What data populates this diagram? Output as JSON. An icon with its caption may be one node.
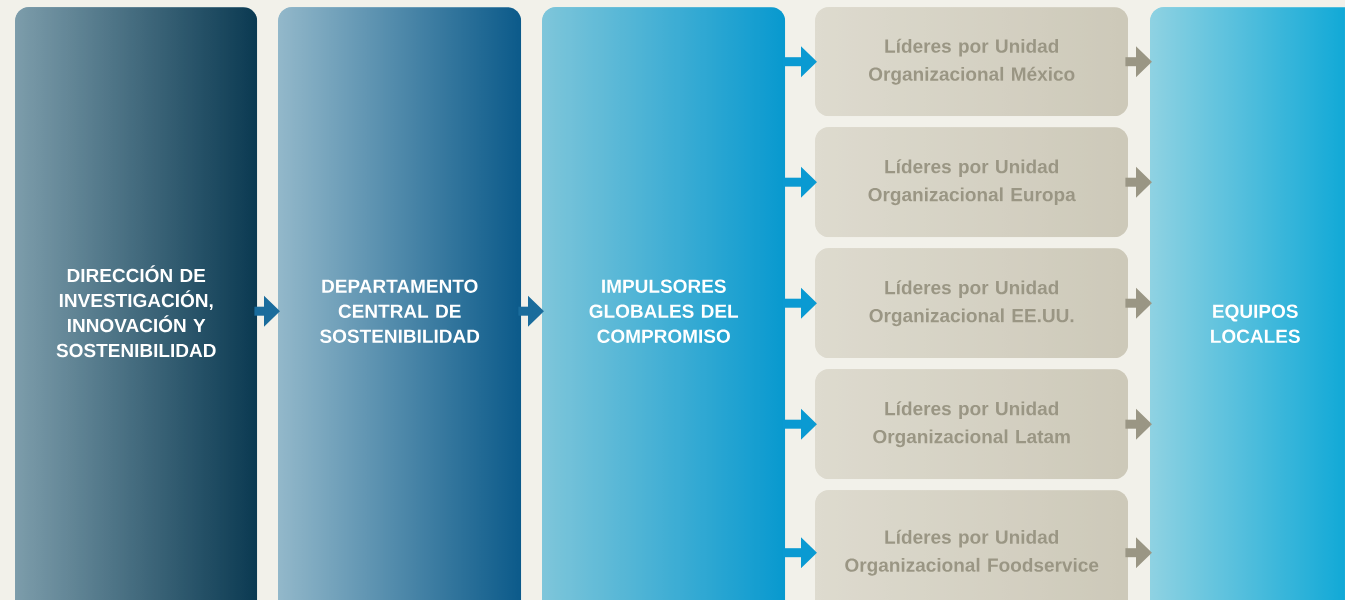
{
  "diagram": {
    "nodes": [
      {
        "text": [
          "DIRECCIÓN DE INVESTIGACIÓN, INNOVACIÓN Y SOSTENIBILIDAD"
        ]
      },
      {
        "text": [
          "DEPARTAMENTO CENTRAL DE SOSTENIBILIDAD"
        ]
      },
      {
        "text": [
          "IMPULSORES GLOBALES DEL COMPROMISO"
        ]
      },
      {
        "text": [
          "Líderes por Unidad Organizacional México"
        ]
      },
      {
        "text": [
          "Líderes por Unidad Organizacional Europa"
        ]
      },
      {
        "text": [
          "Líderes por Unidad Organizacional EE.UU."
        ]
      },
      {
        "text": [
          "Líderes por Unidad Organizacional Latam"
        ]
      },
      {
        "text": [
          "Líderes por Unidad Organizacional Foodservice"
        ]
      },
      {
        "text": [
          "EQUIPOS LOCALES"
        ]
      }
    ],
    "edges": [
      {
        "from": 0,
        "to": 1,
        "arrow": "to"
      },
      {
        "from": 1,
        "to": 2,
        "arrow": "to"
      },
      {
        "from": 2,
        "to": 3,
        "arrow": "to"
      },
      {
        "from": 2,
        "to": 4,
        "arrow": "to"
      },
      {
        "from": 2,
        "to": 5,
        "arrow": "to"
      },
      {
        "from": 2,
        "to": 6,
        "arrow": "to"
      },
      {
        "from": 2,
        "to": 7,
        "arrow": "to"
      },
      {
        "from": 3,
        "to": 8,
        "arrow": "to",
        "color": "#9a9684"
      },
      {
        "from": 4,
        "to": 8,
        "arrow": "to",
        "color": "#9a9684"
      },
      {
        "from": 5,
        "to": 8,
        "arrow": "to",
        "color": "#9a9684"
      },
      {
        "from": 6,
        "to": 8,
        "arrow": "to",
        "color": "#9a9684"
      },
      {
        "from": 7,
        "to": 8,
        "arrow": "to",
        "color": "#9a9684"
      }
    ]
  }
}
